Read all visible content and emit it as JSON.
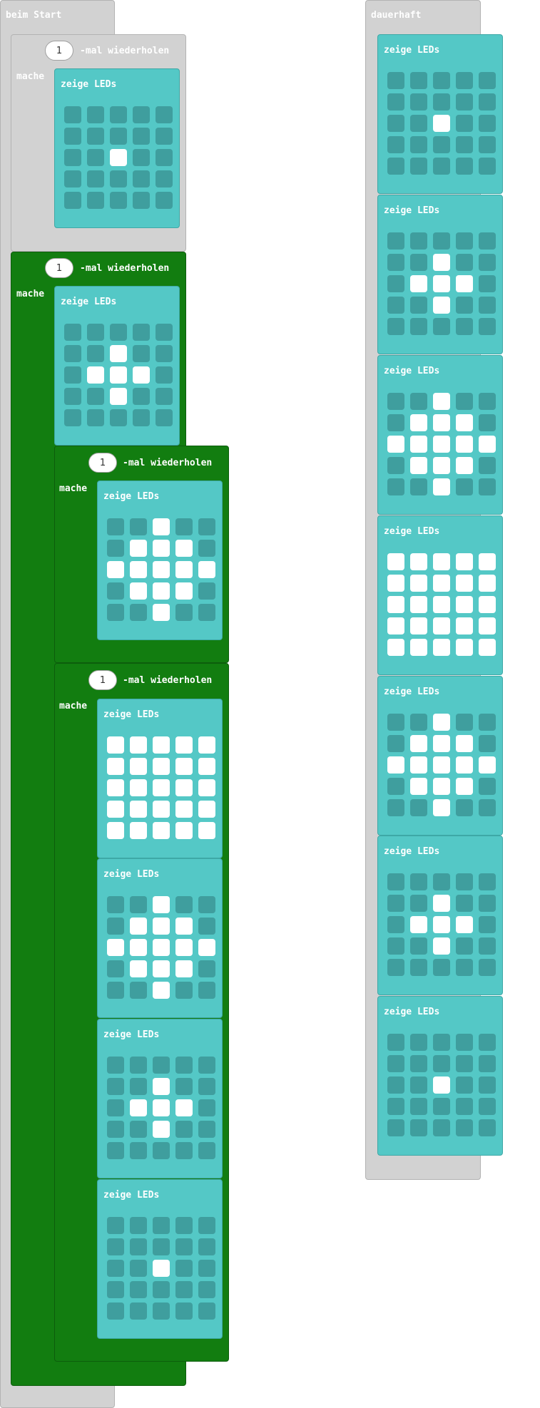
{
  "on_start": {
    "label": "beim Start"
  },
  "forever": {
    "label": "dauerhaft"
  },
  "repeat_suffix": "-mal wiederholen",
  "do_label": "mache",
  "show_leds_label": "zeige LEDs",
  "repeats": [
    {
      "count": "1"
    },
    {
      "count": "1"
    },
    {
      "count": "1"
    },
    {
      "count": "1"
    }
  ],
  "patterns": {
    "dot": [
      "00000",
      "00000",
      "00100",
      "00000",
      "00000"
    ],
    "plus": [
      "00000",
      "00100",
      "01110",
      "00100",
      "00000"
    ],
    "diamond": [
      "00100",
      "01110",
      "11111",
      "01110",
      "00100"
    ],
    "full": [
      "11111",
      "11111",
      "11111",
      "11111",
      "11111"
    ]
  },
  "on_start_leds": [
    "dot",
    "plus",
    "diamond",
    "full",
    "diamond",
    "plus",
    "dot"
  ],
  "forever_leds": [
    "dot",
    "plus",
    "diamond",
    "full",
    "diamond",
    "plus",
    "dot"
  ]
}
